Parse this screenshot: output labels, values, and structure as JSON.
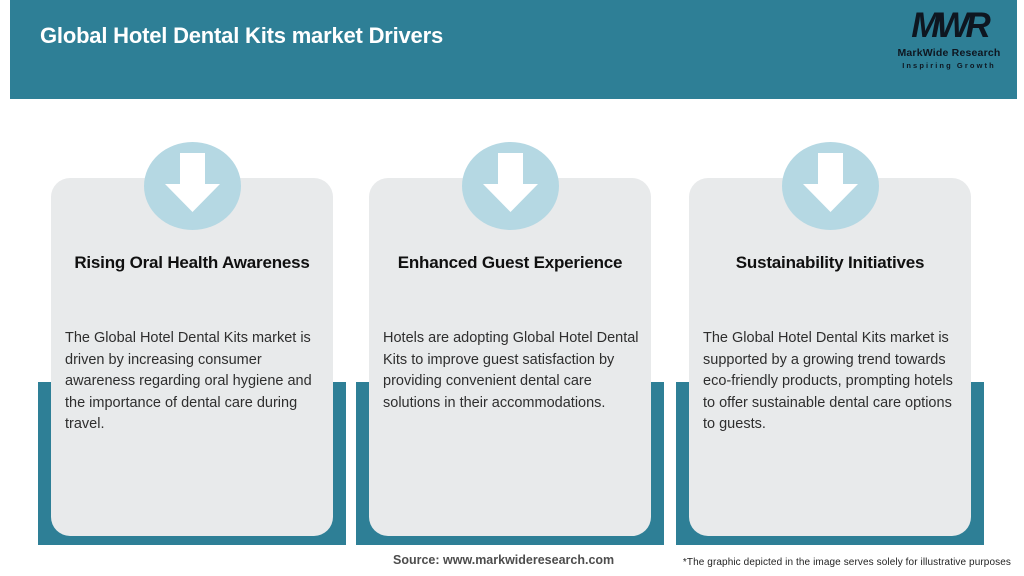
{
  "header": {
    "title": "Global Hotel Dental Kits market Drivers",
    "logo": {
      "monogram": "MWR",
      "name": "MarkWide Research",
      "tagline": "Inspiring Growth"
    }
  },
  "cards": [
    {
      "icon": "down-arrow-icon",
      "heading": "Rising Oral Health Awareness",
      "body": "The Global Hotel Dental Kits market is driven by increasing consumer awareness regarding oral hygiene and the importance of dental care during travel."
    },
    {
      "icon": "down-arrow-icon",
      "heading": "Enhanced Guest Experience",
      "body": "Hotels are adopting Global Hotel Dental Kits to improve guest satisfaction by providing convenient dental care solutions in their accommodations."
    },
    {
      "icon": "down-arrow-icon",
      "heading": "Sustainability Initiatives",
      "body": "The Global Hotel Dental Kits market is supported by a growing trend towards eco-friendly products, prompting hotels to offer sustainable dental care options to guests."
    }
  ],
  "footer": {
    "source": "Source: www.markwideresearch.com",
    "disclaimer": "*The graphic depicted in the image serves solely for illustrative purposes"
  },
  "colors": {
    "header_teal": "#2e7f96",
    "backing_teal": "#2e7f96",
    "card_bg": "#e8eaeb",
    "arrow_circle_blue": "#b5d8e3",
    "arrow_glyph": "#ffffff",
    "title_text": "#ffffff",
    "logo_text": "#0e1620",
    "heading_text": "#101010",
    "body_text": "#2e2e2e",
    "source_text": "#4d4d4d"
  }
}
